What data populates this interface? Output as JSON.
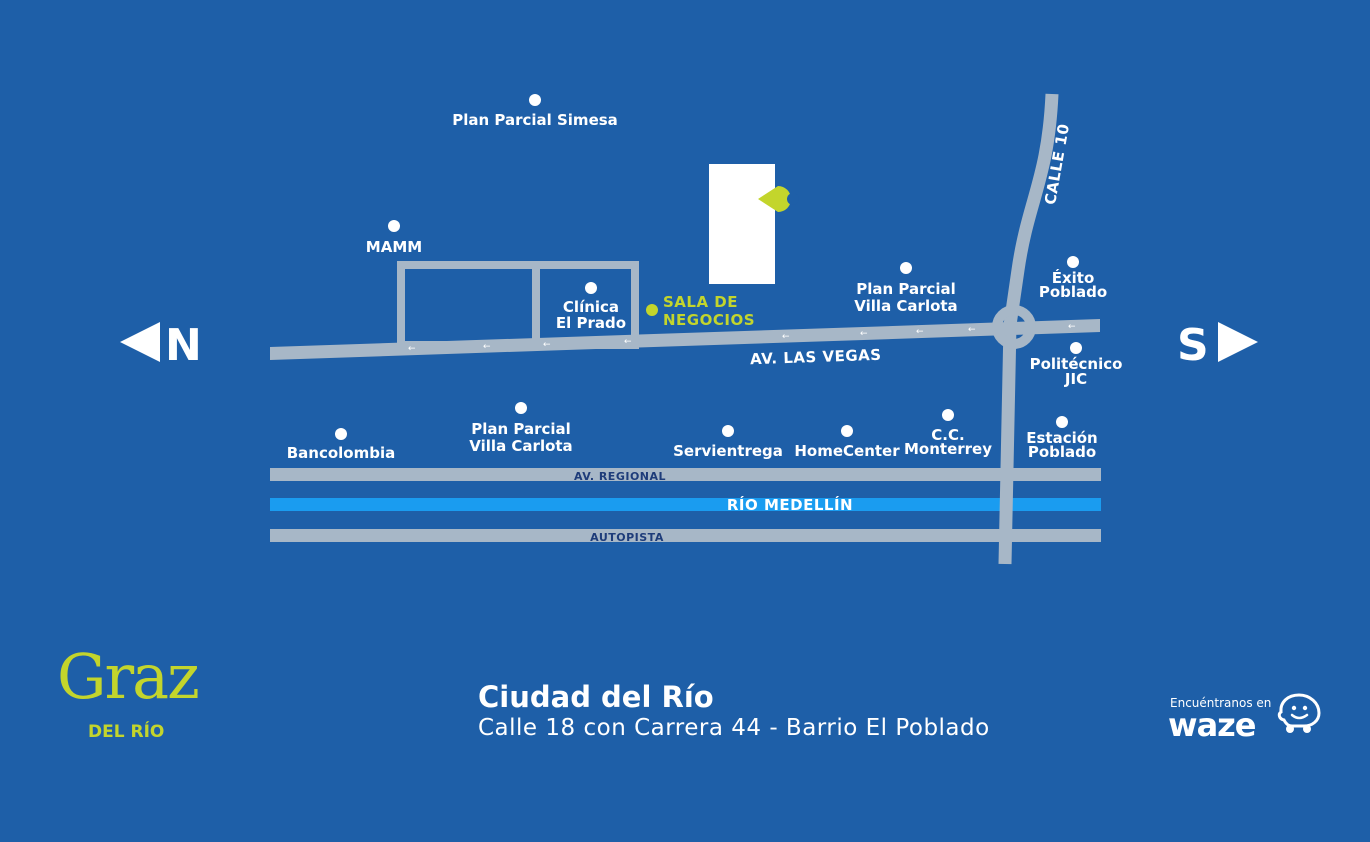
{
  "colors": {
    "background": "#1e5fa8",
    "road": "#a7b7c7",
    "river": "#1a9cf0",
    "accent": "#c3d52c",
    "white": "#ffffff"
  },
  "directions": {
    "north": "N",
    "south": "S"
  },
  "roads": {
    "av_las_vegas": "AV. LAS VEGAS",
    "calle_10": "CALLE 10",
    "av_regional": "AV. REGIONAL",
    "rio": "RÍO MEDELLÍN",
    "autopista": "AUTOPISTA"
  },
  "places": {
    "simesa": "Plan Parcial Simesa",
    "mamm": "MAMM",
    "clinica_1": "Clínica",
    "clinica_2": "El Prado",
    "villa_norte_1": "Plan Parcial",
    "villa_norte_2": "Villa Carlota",
    "exito_1": "Éxito",
    "exito_2": "Poblado",
    "politecnico_1": "Politécnico",
    "politecnico_2": "JIC",
    "bancolombia": "Bancolombia",
    "villa_sur_1": "Plan Parcial",
    "villa_sur_2": "Villa Carlota",
    "servientrega": "Servientrega",
    "homecenter": "HomeCenter",
    "cc_1": "C.C.",
    "cc_2": "Monterrey",
    "estacion_1": "Estación",
    "estacion_2": "Poblado"
  },
  "sala": {
    "line1": "SALA DE",
    "line2": "NEGOCIOS"
  },
  "arrow_glyph": "←",
  "footer": {
    "title": "Ciudad del Río",
    "subtitle": "Calle 18 con Carrera 44 - Barrio El Poblado"
  },
  "logo": {
    "name": "Graz",
    "sub": "DEL RÍO"
  },
  "waze": {
    "tagline": "Encuéntranos en",
    "brand": "waze",
    "icon": "waze-icon"
  }
}
